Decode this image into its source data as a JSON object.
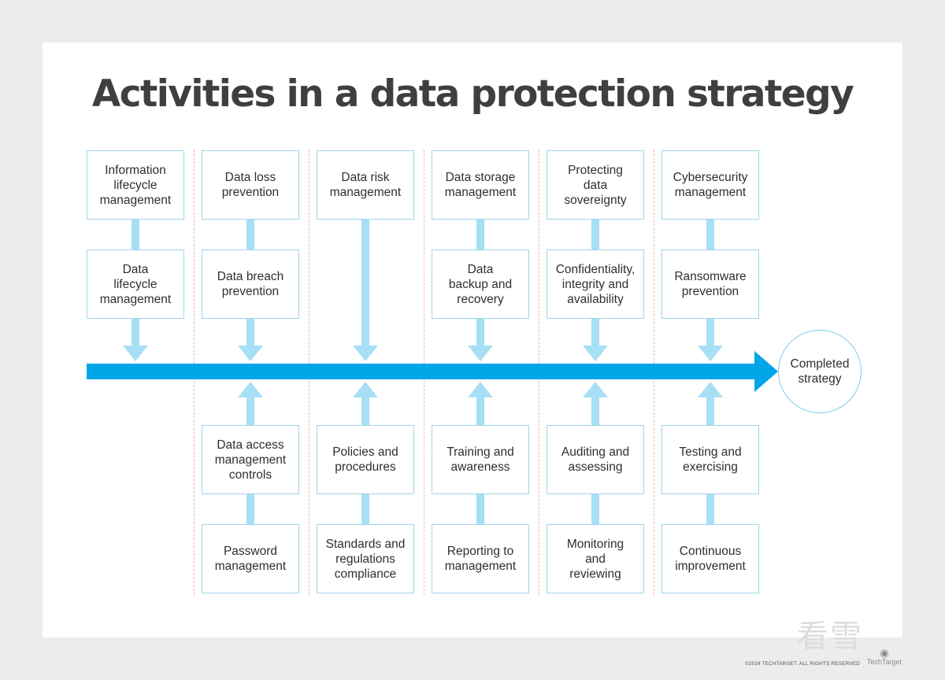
{
  "title": "Activities in a data protection strategy",
  "goal": "Completed\nstrategy",
  "columns": [
    {
      "top": [
        "Information\nlifecycle\nmanagement",
        "Data\nlifecycle\nmanagement"
      ],
      "bottom": []
    },
    {
      "top": [
        "Data loss\nprevention",
        "Data breach\nprevention"
      ],
      "bottom": [
        "Data access\nmanagement\ncontrols",
        "Password\nmanagement"
      ]
    },
    {
      "top": [
        "Data risk\nmanagement"
      ],
      "bottom": [
        "Policies and\nprocedures",
        "Standards and\nregulations\ncompliance"
      ]
    },
    {
      "top": [
        "Data storage\nmanagement",
        "Data\nbackup and\nrecovery"
      ],
      "bottom": [
        "Training and\nawareness",
        "Reporting to\nmanagement"
      ]
    },
    {
      "top": [
        "Protecting\ndata\nsovereignty",
        "Confidentiality,\nintegrity and\navailability"
      ],
      "bottom": [
        "Auditing and\nassessing",
        "Monitoring\nand\nreviewing"
      ]
    },
    {
      "top": [
        "Cybersecurity\nmanagement",
        "Ransomware\nprevention"
      ],
      "bottom": [
        "Testing and\nexercising",
        "Continuous\nimprovement"
      ]
    }
  ],
  "footer": {
    "copyright": "©2024 TECHTARGET. ALL RIGHTS RESERVED",
    "brand": "TechTarget",
    "watermark": "看雪"
  },
  "colors": {
    "main_arrow": "#00a6e8",
    "connector": "#a7dff5",
    "box_border": "#9fd6ea",
    "separator": "#e3b9b9"
  }
}
